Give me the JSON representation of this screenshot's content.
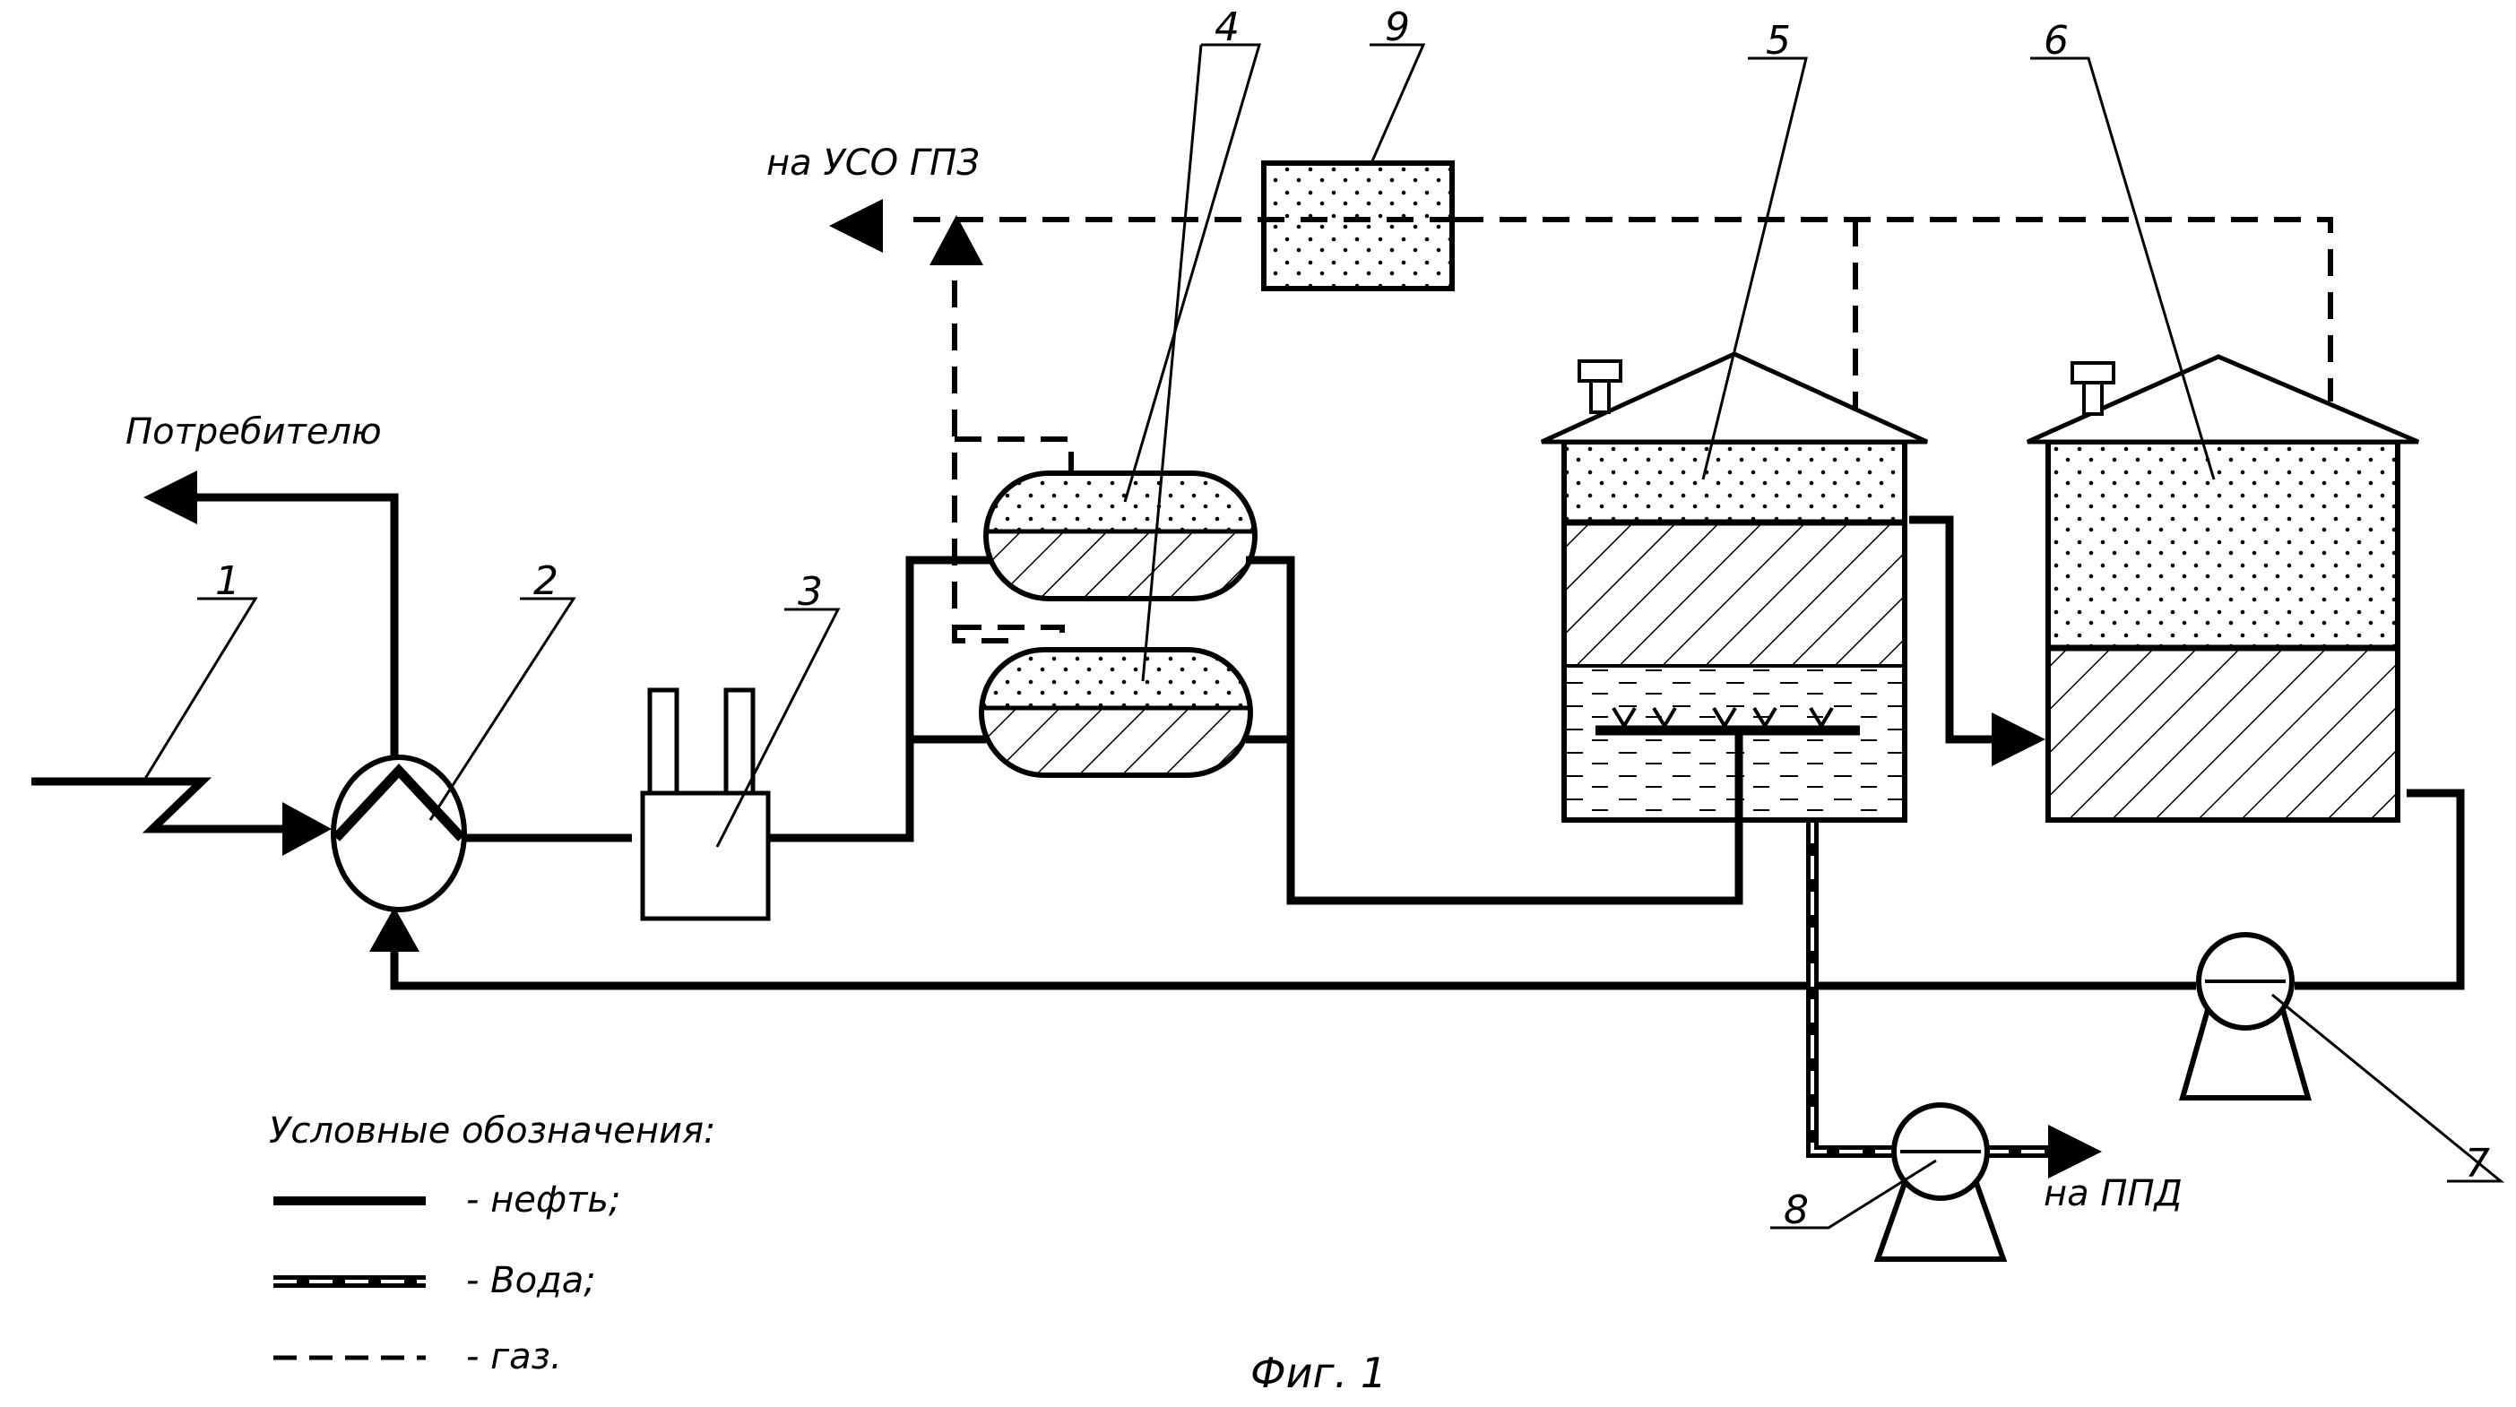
{
  "labels": {
    "destination_gas": "на УСО ГПЗ",
    "destination_consumer": "Потребителю",
    "destination_ppd": "на ППД"
  },
  "numbers": {
    "n1": "1",
    "n2": "2",
    "n3": "3",
    "n4": "4",
    "n5": "5",
    "n6": "6",
    "n7": "7",
    "n8": "8",
    "n9": "9"
  },
  "legend": {
    "title": "Условные обозначения:",
    "oil": "- нефть;",
    "water": "- Вода;",
    "gas": "- газ."
  },
  "caption": "Фиг. 1"
}
